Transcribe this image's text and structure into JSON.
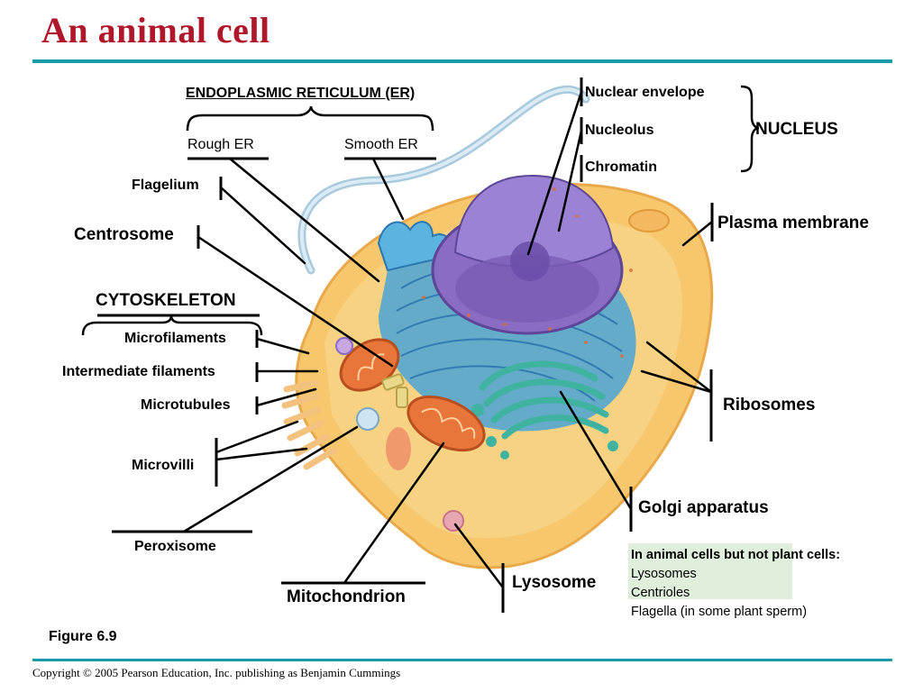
{
  "title": "An animal cell",
  "figure_label": "Figure 6.9",
  "copyright": "Copyright © 2005 Pearson Education, Inc. publishing as Benjamin Cummings",
  "labels": {
    "er_header": "ENDOPLASMIC RETICULUM (ER)",
    "rough_er": "Rough ER",
    "smooth_er": "Smooth ER",
    "flagelium": "Flagelium",
    "centrosome": "Centrosome",
    "cytoskeleton": "CYTOSKELETON",
    "microfilaments": "Microfilaments",
    "intermediate_filaments": "Intermediate filaments",
    "microtubules": "Microtubules",
    "microvilli": "Microvilli",
    "peroxisome": "Peroxisome",
    "mitochondrion": "Mitochondrion",
    "lysosome": "Lysosome",
    "golgi": "Golgi apparatus",
    "ribosomes": "Ribosomes",
    "plasma_membrane": "Plasma membrane",
    "nuclear_envelope": "Nuclear envelope",
    "nucleolus": "Nucleolus",
    "chromatin": "Chromatin",
    "nucleus": "NUCLEUS"
  },
  "note": {
    "heading": "In animal cells but not plant cells:",
    "items": [
      "Lysosomes",
      "Centrioles",
      "Flagella (in some plant sperm)"
    ]
  },
  "colors": {
    "title": "#b0172a",
    "rule": "#1b9aa8",
    "note_bg": "#e0efdc",
    "cytoplasm": "#f6c76c",
    "er": "#4aa3d6",
    "nucleus": "#8a6cc2",
    "golgi": "#3fb3a0",
    "mitochondrion": "#e8763a"
  }
}
